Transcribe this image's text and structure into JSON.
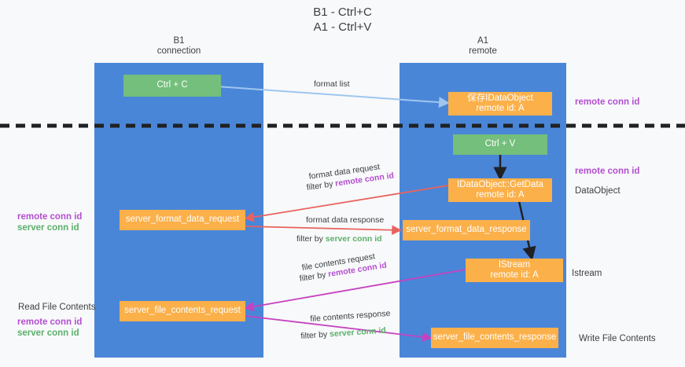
{
  "title": {
    "line1": "B1 - Ctrl+C",
    "line2": "A1 - Ctrl+V"
  },
  "columns": [
    {
      "name": "B1",
      "sub": "connection"
    },
    {
      "name": "A1",
      "sub": "remote"
    }
  ],
  "nodes": {
    "ctrl_c": "Ctrl + C",
    "save_dataobject_l1": "保存IDataObject",
    "save_dataobject_l2": "remote id: A",
    "ctrl_v": "Ctrl + V",
    "getdata_l1": "IDataObject::GetData",
    "getdata_l2": "remote id: A",
    "server_format_data_request": "server_format_data_request",
    "server_format_data_response": "server_format_data_response",
    "istream_l1": "IStream",
    "istream_l2": "remote id: A",
    "server_file_contents_request": "server_file_contents_request",
    "server_file_contents_response": "server_file_contents_response"
  },
  "edge_labels": {
    "format_list": "format list",
    "format_data_request": "format data request",
    "format_data_filter_prefix": "filter by ",
    "remote_conn_id": "remote conn id",
    "format_data_response": "format data response",
    "server_conn_id": "server conn id",
    "file_contents_request": "file contents request",
    "file_contents_response": "file contents response"
  },
  "side_labels": {
    "left_mid_remote": "remote conn id",
    "left_mid_server": "server conn id",
    "left_read_file_contents": "Read File Contents",
    "left_low_remote": "remote conn id",
    "left_low_server": "server conn id",
    "right_top_remote": "remote conn id",
    "right_mid_remote": "remote conn id",
    "right_dataobject": "DataObject",
    "right_istream": "Istream",
    "right_write_file_contents": "Write File Contents"
  },
  "colors": {
    "lane": "#4a86d8",
    "green_node": "#73bf7b",
    "orange_node": "#fbb04a",
    "purple": "#b34fd0",
    "green_text": "#5bb06a",
    "light_blue_arrow": "#9fc6ef",
    "red_arrow": "#e8635f",
    "magenta_arrow": "#c542c1",
    "black_arrow": "#202124",
    "background": "#f8f9fa"
  }
}
